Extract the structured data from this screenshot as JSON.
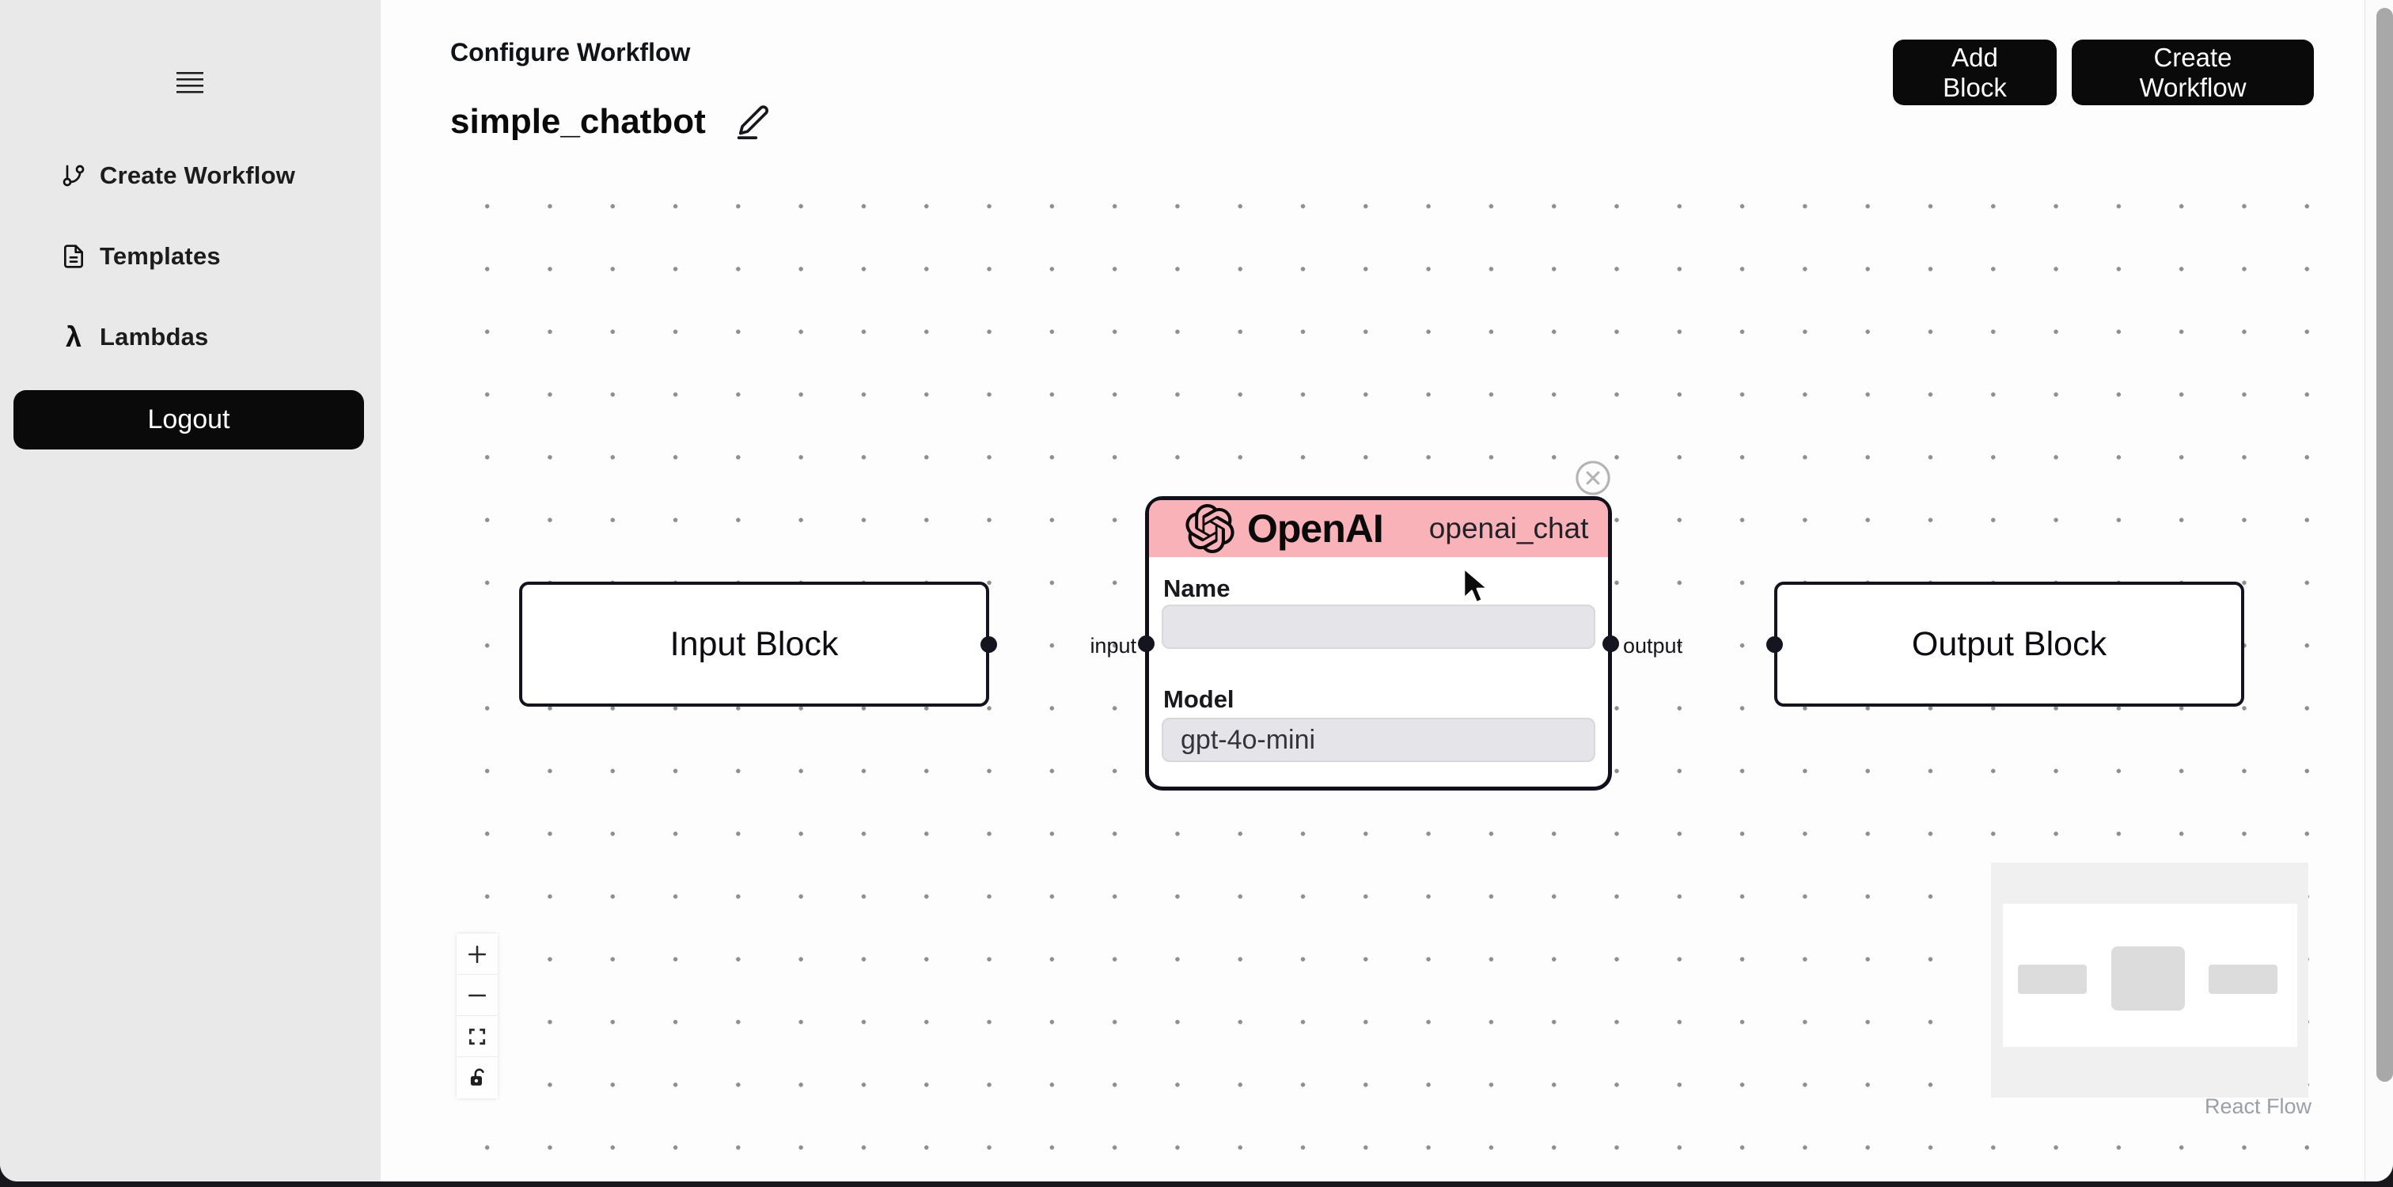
{
  "sidebar": {
    "items": [
      {
        "label": "Create Workflow",
        "icon": "git-branch-icon"
      },
      {
        "label": "Templates",
        "icon": "document-icon"
      },
      {
        "label": "Lambdas",
        "icon": "lambda-icon"
      }
    ],
    "lambda_glyph": "λ",
    "logout_label": "Logout"
  },
  "header": {
    "title": "Configure Workflow",
    "workflow_name": "simple_chatbot",
    "buttons": {
      "add_block": "Add Block",
      "create_workflow": "Create Workflow"
    }
  },
  "canvas": {
    "input_block": {
      "label": "Input Block"
    },
    "openai_node": {
      "brand": "OpenAI",
      "instance_name": "openai_chat",
      "name_label": "Name",
      "name_value": "",
      "model_label": "Model",
      "model_value": "gpt-4o-mini",
      "input_handle_label": "input",
      "output_handle_label": "output"
    },
    "output_block": {
      "label": "Output Block"
    },
    "attribution": "React Flow"
  },
  "colors": {
    "sidebar_bg": "#e9e9e9",
    "primary_button_bg": "#0a0a0a",
    "node_border": "#141420",
    "openai_header_pink": "#f8b2b8",
    "field_bg": "#e5e5e9",
    "dot_grid": "#8f8f8f"
  }
}
